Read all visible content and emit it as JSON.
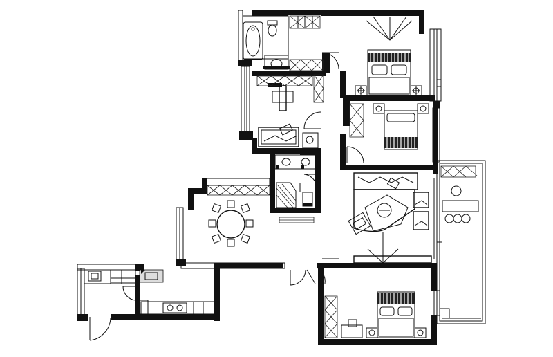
{
  "drawing": {
    "type": "apartment floor plan",
    "style": "black-and-white architectural line drawing"
  },
  "watermark": {
    "text": "",
    "color": "#000000"
  },
  "colors": {
    "wall": "#111111",
    "line": "#111111",
    "background": "#ffffff"
  },
  "rooms": [
    {
      "id": "master-bedroom",
      "icon": "double-bed-icon"
    },
    {
      "id": "master-bathroom",
      "icon": "bathtub-icon"
    },
    {
      "id": "study",
      "icon": "sofa-icon"
    },
    {
      "id": "second-bedroom",
      "icon": "double-bed-icon"
    },
    {
      "id": "guest-bathroom",
      "icon": "toilet-icon"
    },
    {
      "id": "living-room",
      "icon": "sofa-icon"
    },
    {
      "id": "balcony",
      "icon": "bistro-table-icon"
    },
    {
      "id": "dining-room",
      "icon": "round-table-icon"
    },
    {
      "id": "kitchen",
      "icon": "stove-icon"
    },
    {
      "id": "third-bedroom",
      "icon": "double-bed-icon"
    }
  ]
}
